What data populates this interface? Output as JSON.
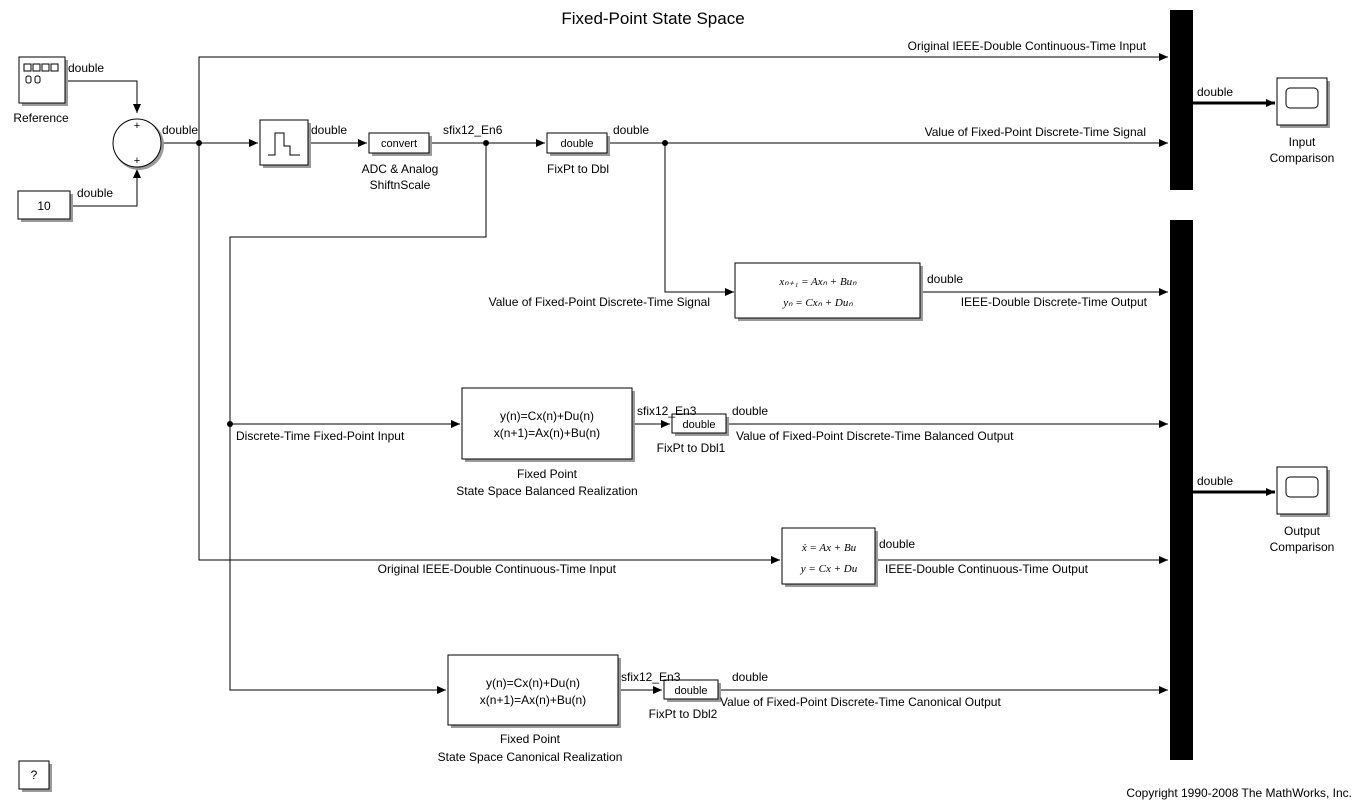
{
  "title": "Fixed-Point State Space",
  "blocks": {
    "reference": {
      "label": "Reference"
    },
    "constant": {
      "value": "10"
    },
    "sum": {
      "plus_top": "+",
      "plus_left": "+"
    },
    "convert": {
      "text": "convert",
      "label1": "ADC & Analog",
      "label2": "ShiftnScale"
    },
    "fixpt_to_dbl": {
      "text": "double",
      "label": "FixPt to Dbl"
    },
    "fixpt_to_dbl1": {
      "text": "double",
      "label": "FixPt to Dbl1"
    },
    "fixpt_to_dbl2": {
      "text": "double",
      "label": "FixPt to Dbl2"
    },
    "discrete_ss": {
      "eq1": "xₙ₊₁ = Axₙ + Buₙ",
      "eq2": "yₙ = Cxₙ + Duₙ"
    },
    "balanced": {
      "eq1": "y(n)=Cx(n)+Du(n)",
      "eq2": "x(n+1)=Ax(n)+Bu(n)",
      "label1": "Fixed Point",
      "label2": "State Space Balanced Realization"
    },
    "canonical": {
      "eq1": "y(n)=Cx(n)+Du(n)",
      "eq2": "x(n+1)=Ax(n)+Bu(n)",
      "label1": "Fixed Point",
      "label2": "State Space Canonical Realization"
    },
    "continuous_ss": {
      "eq1": "ẋ = Ax + Bu",
      "eq2": "y = Cx + Du"
    },
    "input_scope": {
      "label1": "Input",
      "label2": "Comparison"
    },
    "output_scope": {
      "label1": "Output",
      "label2": "Comparison"
    },
    "help": {
      "text": "?"
    }
  },
  "signals": {
    "ref_out": "double",
    "const_out": "double",
    "sum_out": "double",
    "zoh_out": "double",
    "convert_out": "sfix12_En6",
    "fixpt_out": "double",
    "orig_input_top": "Original IEEE-Double Continuous-Time Input",
    "fixpt_signal_top": "Value of Fixed-Point Discrete-Time Signal",
    "mux1_out": "double",
    "discrete_ss_in": "Value of Fixed-Point Discrete-Time Signal",
    "discrete_ss_out": "double",
    "discrete_ss_label": "IEEE-Double Discrete-Time Output",
    "balanced_in": "Discrete-Time Fixed-Point Input",
    "balanced_out": "sfix12_En3",
    "dbl1_out": "double",
    "balanced_label": "Value of Fixed-Point Discrete-Time Balanced Output",
    "mux2_out": "double",
    "orig_input_bottom": "Original IEEE-Double Continuous-Time Input",
    "continuous_out": "double",
    "continuous_label": "IEEE-Double Continuous-Time Output",
    "canonical_out": "sfix12_En3",
    "dbl2_out": "double",
    "canonical_label": "Value of Fixed-Point Discrete-Time Canonical Output"
  },
  "copyright": "Copyright 1990-2008 The MathWorks, Inc."
}
